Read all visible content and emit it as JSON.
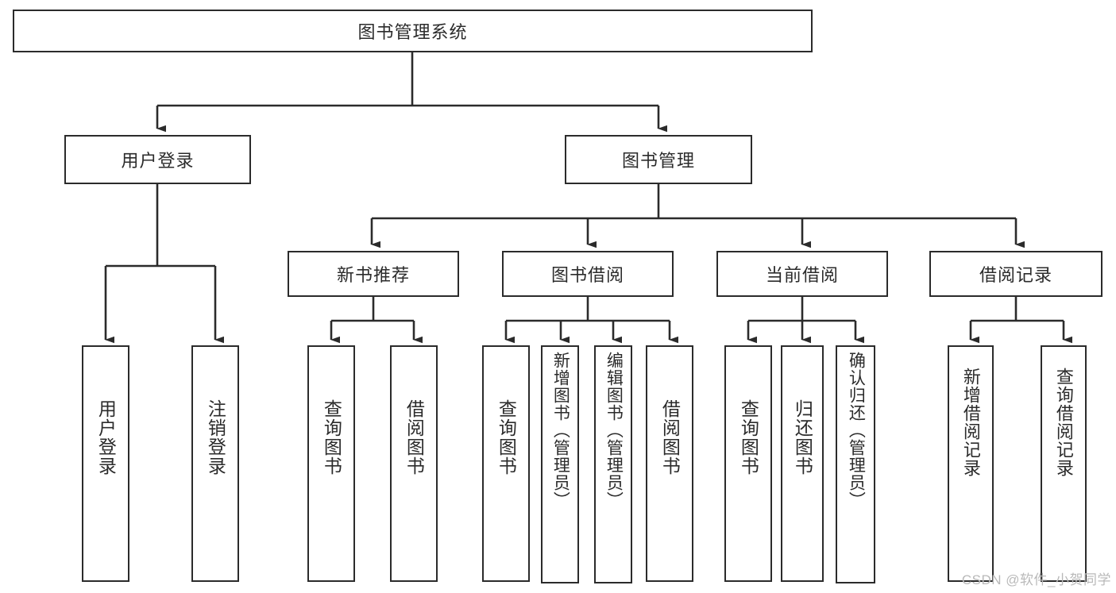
{
  "diagram": {
    "type": "tree",
    "title": "图书管理系统",
    "root": {
      "label": "图书管理系统"
    },
    "level2": [
      {
        "label": "用户登录"
      },
      {
        "label": "图书管理"
      }
    ],
    "level3": [
      {
        "label": "新书推荐"
      },
      {
        "label": "图书借阅"
      },
      {
        "label": "当前借阅"
      },
      {
        "label": "借阅记录"
      }
    ],
    "leaves": {
      "user_login": [
        {
          "label": "用户登录"
        },
        {
          "label": "注销登录"
        }
      ],
      "new_book": [
        {
          "label": "查询图书"
        },
        {
          "label": "借阅图书"
        }
      ],
      "book_borrow": [
        {
          "label": "查询图书"
        },
        {
          "label": "新增图书（管理员）"
        },
        {
          "label": "编辑图书（管理员）"
        },
        {
          "label": "借阅图书"
        }
      ],
      "current_borrow": [
        {
          "label": "查询图书"
        },
        {
          "label": "归还图书"
        },
        {
          "label": "确认归还（管理员）"
        }
      ],
      "borrow_record": [
        {
          "label": "新增借阅记录"
        },
        {
          "label": "查询借阅记录"
        }
      ]
    }
  },
  "watermark": {
    "text": "CSDN @软件_小贺同学"
  },
  "colors": {
    "stroke": "#2b2b2b",
    "fill": "#ffffff",
    "text": "#2b2b2b",
    "watermark": "#b9b9b9"
  }
}
